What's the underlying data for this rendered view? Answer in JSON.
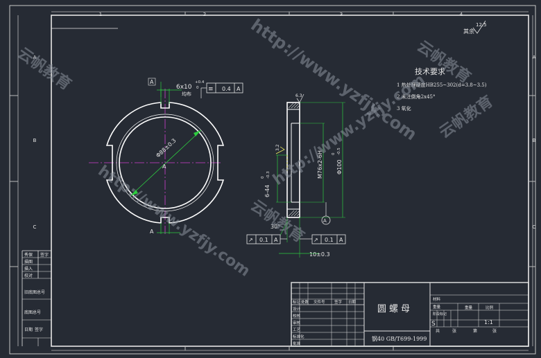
{
  "colors": {
    "background": "#262b34",
    "line": "#e6e6e6",
    "part": "#ffffff",
    "center": "#d040d0",
    "dimension": "#2ecc40",
    "hidden": "#ffff66"
  },
  "grid": {
    "top_numbers": [
      "1",
      "2",
      "3",
      "4"
    ],
    "left_letters": [
      "A",
      "A",
      "B",
      "B",
      "C",
      "C"
    ]
  },
  "left_panel": {
    "labels": [
      "秀保",
      "描图",
      "描入",
      "校对",
      "旧底图总号",
      "底图总号",
      "日期",
      "签字"
    ],
    "small_labels": [
      "签字",
      "签字"
    ]
  },
  "surface": {
    "other_label": "其余",
    "roughness": "12.5",
    "roughness_small": "6.3",
    "roughness_thread": "3.2"
  },
  "tech": {
    "title": "技术要求",
    "items": [
      "1 热处理硬度HB255~302(d=3.8~3.5)",
      "2 未注倒角2x45°",
      "3 氧化"
    ]
  },
  "dims": {
    "slot": "6x10",
    "slot_tol_upper": "+0.4",
    "slot_tol_lower": "0",
    "evenly": "均布",
    "datum_a": "A",
    "sym_tol": "0.4",
    "dia_circle": "Φ88±0.3",
    "thread": "M76x2-6H",
    "outer_dia": "Φ100",
    "outer_dia_upper": "0",
    "outer_dia_lower": "-0.5",
    "groove": "6-44",
    "groove_upper": "0",
    "groove_lower": "-0.3",
    "chamfer": "30°",
    "perp_tol": "0.1",
    "thickness": "10±0.3"
  },
  "title_block": {
    "part_name": "圆螺母",
    "material": "钢40 GB/T699-1999",
    "row_labels": [
      "标记",
      "处数",
      "文件号",
      "签字",
      "日期"
    ],
    "design_labels": [
      "设计",
      "校核",
      "审核",
      "工艺",
      "标准化",
      "批准"
    ],
    "right_labels": [
      "材料",
      "重量",
      "比例"
    ],
    "stage_label": "阶段标记",
    "stage_mark": "S",
    "scale": "1:1",
    "sheet_labels": [
      "共",
      "张",
      "第",
      "张"
    ]
  },
  "watermark": {
    "url": "http://www.yzfjy.com",
    "brand": "云帆教育"
  }
}
